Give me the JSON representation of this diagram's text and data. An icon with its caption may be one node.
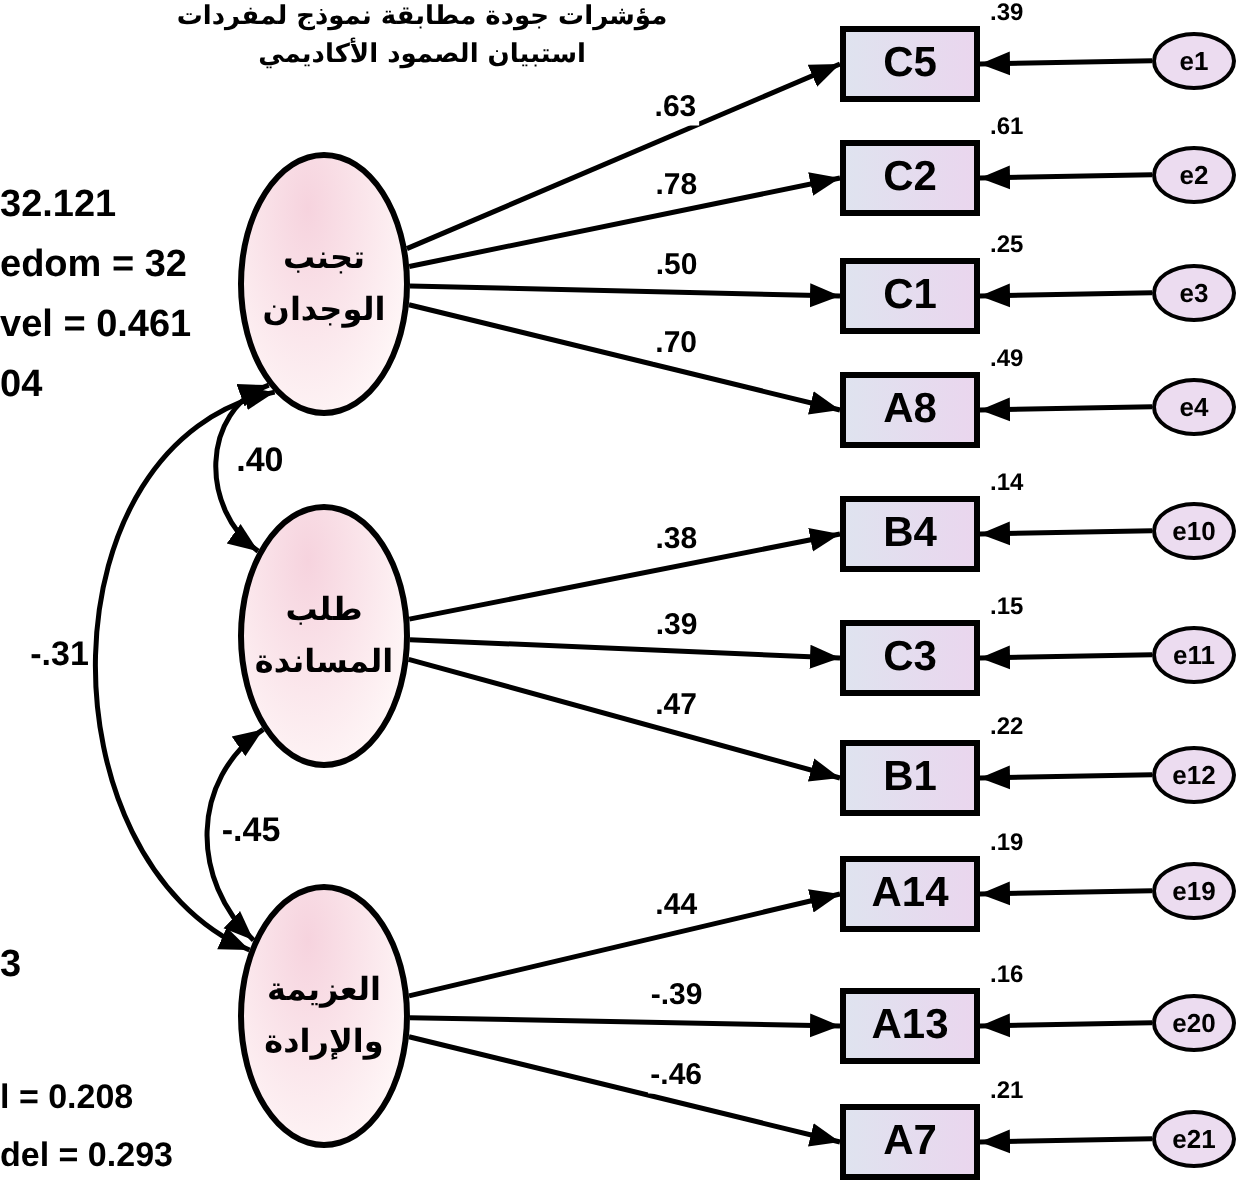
{
  "diagram": {
    "title": "مؤشرات جودة مطابقة نموذج لمفردات استبيان الصمود الأكاديمي",
    "nodes": [
      {
        "text": [
          "تجنب الوجدان"
        ]
      },
      {
        "text": [
          "طلب المساندة"
        ]
      },
      {
        "text": [
          "العزيمة والإرادة"
        ]
      },
      {
        "text": [
          "C5"
        ],
        "beside": [
          ".39"
        ]
      },
      {
        "text": [
          "C2"
        ],
        "beside": [
          ".61"
        ]
      },
      {
        "text": [
          "C1"
        ],
        "beside": [
          ".25"
        ]
      },
      {
        "text": [
          "A8"
        ],
        "beside": [
          ".49"
        ]
      },
      {
        "text": [
          "B4"
        ],
        "beside": [
          ".14"
        ]
      },
      {
        "text": [
          "C3"
        ],
        "beside": [
          ".15"
        ]
      },
      {
        "text": [
          "B1"
        ],
        "beside": [
          ".22"
        ]
      },
      {
        "text": [
          "A14"
        ],
        "beside": [
          ".19"
        ]
      },
      {
        "text": [
          "A13"
        ],
        "beside": [
          ".16"
        ]
      },
      {
        "text": [
          "A7"
        ],
        "beside": [
          ".21"
        ]
      },
      {
        "text": [
          "e1"
        ]
      },
      {
        "text": [
          "e2"
        ]
      },
      {
        "text": [
          "e3"
        ]
      },
      {
        "text": [
          "e4"
        ]
      },
      {
        "text": [
          "e10"
        ]
      },
      {
        "text": [
          "e11"
        ]
      },
      {
        "text": [
          "e12"
        ]
      },
      {
        "text": [
          "e19"
        ]
      },
      {
        "text": [
          "e20"
        ]
      },
      {
        "text": [
          "e21"
        ]
      }
    ],
    "edges": [
      {
        "from": 0,
        "to": 3,
        "arrow": "to",
        "label": ".63"
      },
      {
        "from": 0,
        "to": 4,
        "arrow": "to",
        "label": ".78"
      },
      {
        "from": 0,
        "to": 5,
        "arrow": "to",
        "label": ".50"
      },
      {
        "from": 0,
        "to": 6,
        "arrow": "to",
        "label": ".70"
      },
      {
        "from": 1,
        "to": 7,
        "arrow": "to",
        "label": ".38"
      },
      {
        "from": 1,
        "to": 8,
        "arrow": "to",
        "label": ".39"
      },
      {
        "from": 1,
        "to": 9,
        "arrow": "to",
        "label": ".47"
      },
      {
        "from": 2,
        "to": 10,
        "arrow": "to",
        "label": ".44"
      },
      {
        "from": 2,
        "to": 11,
        "arrow": "to",
        "label": "-.39"
      },
      {
        "from": 2,
        "to": 12,
        "arrow": "to",
        "label": "-.46"
      },
      {
        "from": 13,
        "to": 3,
        "arrow": "to"
      },
      {
        "from": 14,
        "to": 4,
        "arrow": "to"
      },
      {
        "from": 15,
        "to": 5,
        "arrow": "to"
      },
      {
        "from": 16,
        "to": 6,
        "arrow": "to"
      },
      {
        "from": 17,
        "to": 7,
        "arrow": "to"
      },
      {
        "from": 18,
        "to": 8,
        "arrow": "to"
      },
      {
        "from": 19,
        "to": 9,
        "arrow": "to"
      },
      {
        "from": 20,
        "to": 10,
        "arrow": "to"
      },
      {
        "from": 21,
        "to": 11,
        "arrow": "to"
      },
      {
        "from": 22,
        "to": 12,
        "arrow": "to"
      },
      {
        "from": 0,
        "to": 1,
        "arrow": "both",
        "label": ".40"
      },
      {
        "from": 1,
        "to": 2,
        "arrow": "both",
        "label": "-.45"
      },
      {
        "from": 0,
        "to": 2,
        "arrow": "both",
        "label": "-.31"
      }
    ],
    "labels": [
      "32.121",
      "edom = 32",
      "vel = 0.461",
      "04",
      "3",
      "l = 0.208",
      "del = 0.293"
    ]
  }
}
